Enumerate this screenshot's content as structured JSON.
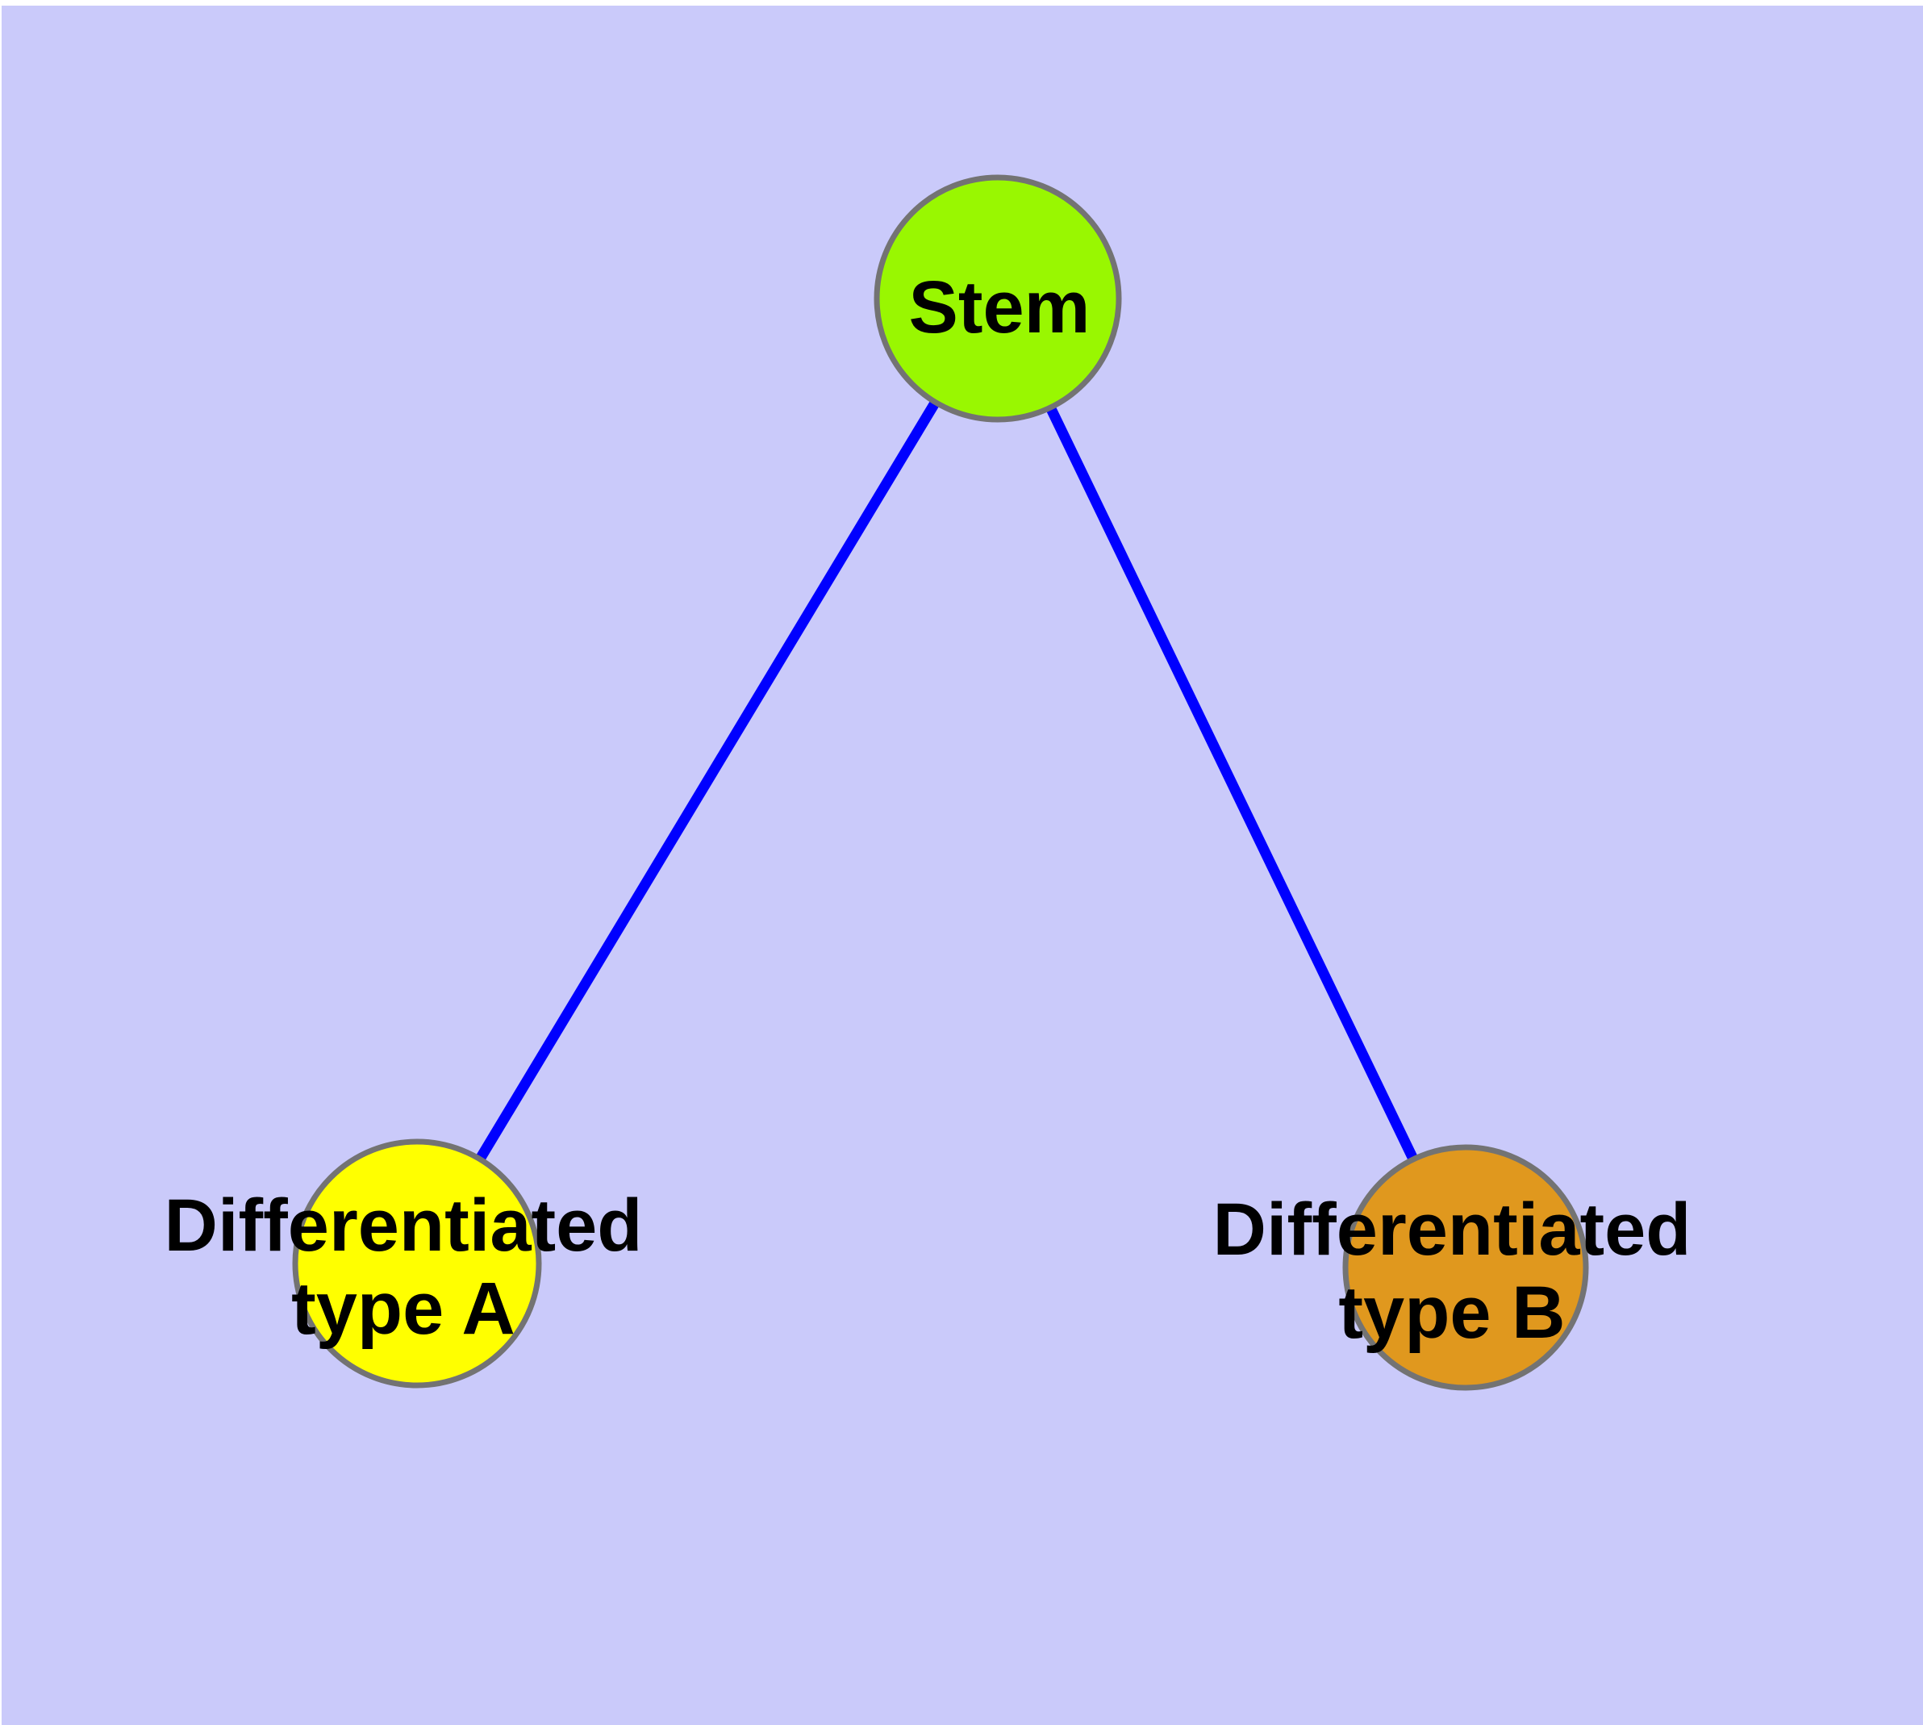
{
  "diagram": {
    "description": "Cell differentiation graph: one stem node linked to two differentiated cell type nodes",
    "colors": {
      "page_margin": "#FFFFFF",
      "background": "#CACAFA",
      "node_border": "#737373",
      "edge": "#0000FF",
      "label_text": "#000000"
    },
    "nodes": [
      {
        "id": "stem",
        "label": "Stem",
        "label_lines": [
          "Stem"
        ],
        "color": "#99F701"
      },
      {
        "id": "type-a",
        "label": "Differentiated type A",
        "label_lines": [
          "Differentiated",
          "type A"
        ],
        "color": "#FFFF00"
      },
      {
        "id": "type-b",
        "label": "Differentiated type B",
        "label_lines": [
          "Differentiated",
          "type B"
        ],
        "color": "#E0981E"
      }
    ],
    "edges": [
      {
        "from": "Stem",
        "to": "Differentiated type A"
      },
      {
        "from": "Stem",
        "to": "Differentiated type B"
      }
    ]
  }
}
